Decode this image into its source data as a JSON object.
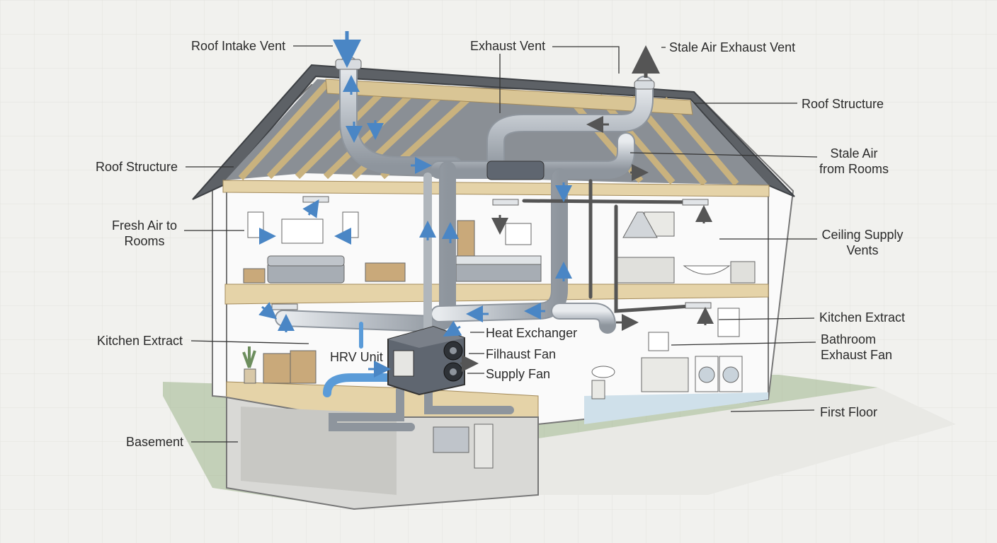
{
  "labels": {
    "roof_intake_vent": "Roof Intake Vent",
    "exhaust_vent": "Exhaust Vent",
    "stale_air_exhaust_vent": "Stale Air Exhaust Vent",
    "roof_structure_right": "Roof Structure",
    "roof_structure_left": "Roof Structure",
    "stale_air_from_rooms_line1": "Stale Air",
    "stale_air_from_rooms_line2": "from Rooms",
    "fresh_air_to_rooms_line1": "Fresh Air to",
    "fresh_air_to_rooms_line2": "Rooms",
    "ceiling_supply_vents_line1": "Ceiling Supply",
    "ceiling_supply_vents_line2": "Vents",
    "kitchen_extract_right": "Kitchen Extract",
    "kitchen_extract_left": "Kitchen Extract",
    "heat_exchanger": "Heat Exchanger",
    "hrv_unit": "HRV Unit",
    "filhaust_fan": "Filhaust Fan",
    "supply_fan": "Supply Fan",
    "bathroom_exhaust_fan_line1": "Bathroom",
    "bathroom_exhaust_fan_line2": "Exhaust Fan",
    "first_floor": "First Floor",
    "basement": "Basement"
  },
  "colors": {
    "background": "#f1f1ee",
    "roof": "#5d6166",
    "rafters": "#c9b27e",
    "floor_slab": "#e5d3a8",
    "duct": "#c4c9cf",
    "airflow_arrow": "#4a86c5",
    "hrv_unit": "#5f6670",
    "wall": "#fafafa",
    "grass": "#9db58d"
  }
}
